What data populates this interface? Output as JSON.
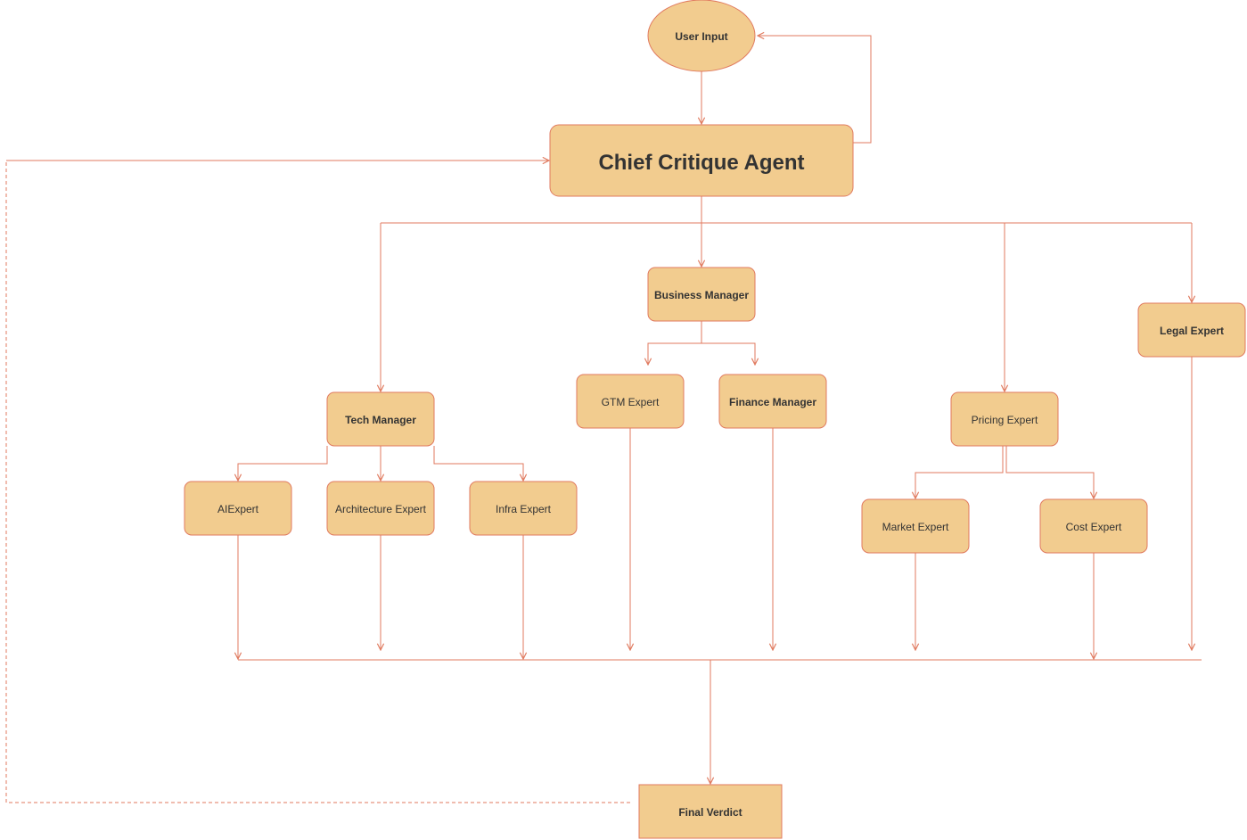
{
  "colors": {
    "node_fill": "#f2cc8f",
    "node_stroke": "#e07a5f",
    "edge": "#e07a5f",
    "text": "#333333"
  },
  "nodes": {
    "user_input": {
      "label": "User Input"
    },
    "chief": {
      "label": "Chief Critique Agent"
    },
    "business_manager": {
      "label": "Business Manager"
    },
    "legal_expert": {
      "label": "Legal Expert"
    },
    "tech_manager": {
      "label": "Tech Manager"
    },
    "gtm_expert": {
      "label": "GTM Expert"
    },
    "finance_manager": {
      "label": "Finance Manager"
    },
    "pricing_expert": {
      "label": "Pricing Expert"
    },
    "ai_expert": {
      "label": "AIExpert"
    },
    "architecture_expert": {
      "label": "Architecture Expert"
    },
    "infra_expert": {
      "label": "Infra Expert"
    },
    "market_expert": {
      "label": "Market Expert"
    },
    "cost_expert": {
      "label": "Cost Expert"
    },
    "final_verdict": {
      "label": "Final Verdict"
    }
  }
}
